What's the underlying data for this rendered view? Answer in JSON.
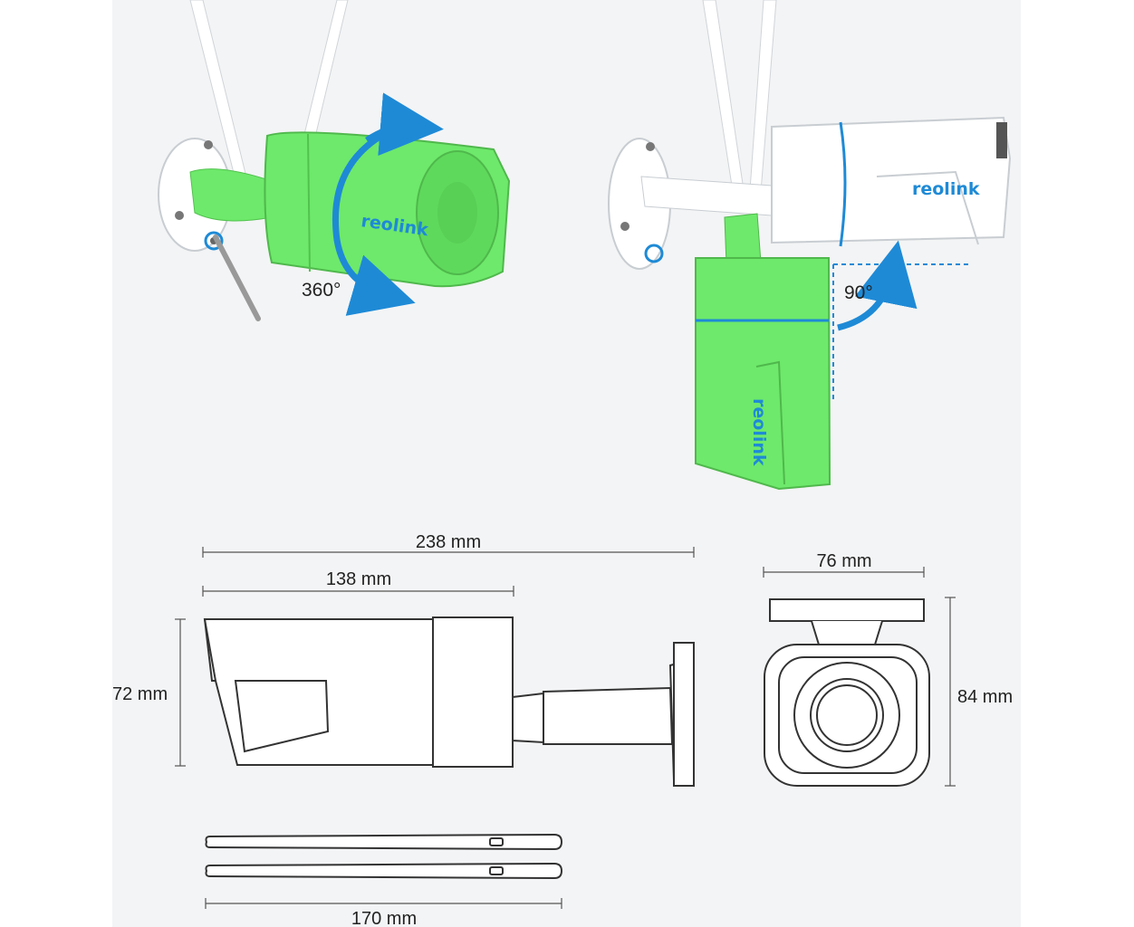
{
  "colors": {
    "background": "#f3f4f5",
    "highlight_green": "#6ee96b",
    "accent_blue": "#1e8ad6",
    "camera_white": "#ffffff",
    "line_dark": "#333333"
  },
  "top": {
    "left_view": {
      "brand_logo": "reolink",
      "rotation_label": "360°",
      "rotation_icon": "rotate-arrow-icon"
    },
    "right_view": {
      "brand_logo_white": "reolink",
      "brand_logo_green": "reolink",
      "tilt_label": "90°",
      "tilt_icon": "tilt-arrow-icon"
    }
  },
  "dimensions": {
    "total_length": "238 mm",
    "body_length": "138 mm",
    "height": "72 mm",
    "front_width": "76 mm",
    "front_height": "84 mm",
    "antenna_length": "170 mm"
  }
}
